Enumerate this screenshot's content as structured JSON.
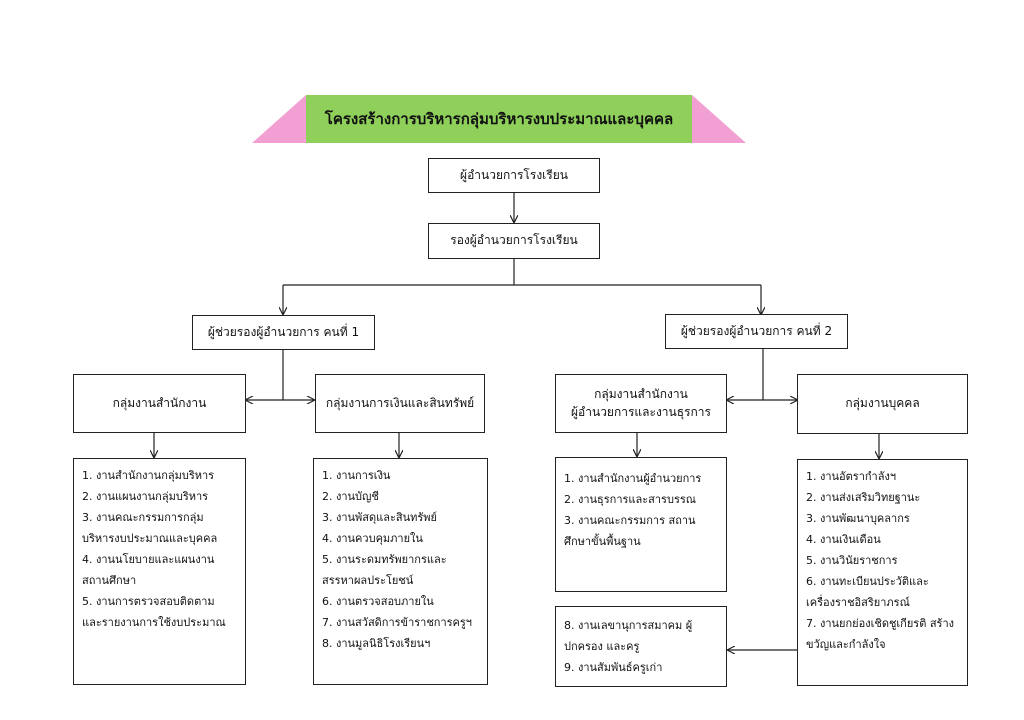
{
  "title": "โครงสร้างการบริหารกลุ่มบริหารงบประมาณและบุคคล",
  "colors": {
    "banner": "#8ed05a",
    "wing": "#f2a0d4",
    "line": "#222222"
  },
  "nodes": {
    "director": "ผู้อำนวยการโรงเรียน",
    "deputy": "รองผู้อำนวยการโรงเรียน",
    "assistant1": "ผู้ช่วยรองผู้อำนวยการ คนที่ 1",
    "assistant2": "ผู้ช่วยรองผู้อำนวยการ คนที่ 2",
    "office_group": "กลุ่มงานสำนักงาน",
    "finance_group": "กลุ่มงานการเงินและสินทรัพย์",
    "director_office_group": [
      "กลุ่มงานสำนักงาน",
      "ผู้อำนวยการและงานธุรการ"
    ],
    "personnel_group": "กลุ่มงานบุคคล"
  },
  "lists": {
    "office": [
      "1. งานสำนักงานกลุ่มบริหาร",
      "2. งานแผนงานกลุ่มบริหาร",
      "3. งานคณะกรรมการกลุ่ม บริหารงบประมาณและบุคคล",
      "4. งานนโยบายและแผนงาน สถานศึกษา",
      "5. งานการตรวจสอบติดตาม และรายงานการใช้งบประมาณ"
    ],
    "finance": [
      "1. งานการเงิน",
      "2. งานบัญชี",
      "3. งานพัสดุและสินทรัพย์",
      "4. งานควบคุมภายใน",
      "5. งานระดมทรัพยากรและ สรรหาผลประโยชน์",
      "6. งานตรวจสอบภายใน",
      "7. งานสวัสดิการข้าราชการครูฯ",
      "8. งานมูลนิธิโรงเรียนฯ"
    ],
    "director_office": [
      "1. งานสำนักงานผู้อำนวยการ",
      "2. งานธุรการและสารบรรณ",
      "3. งานคณะกรรมการ สถานศึกษาขั้นพื้นฐาน"
    ],
    "extra": [
      "8. งานเลขานุการสมาคม ผู้ปกครอง และครู",
      "9. งานสัมพันธ์ครูเก่า"
    ],
    "personnel": [
      "1. งานอัตรากำลังฯ",
      "2. งานส่งเสริมวิทยฐานะ",
      "3. งานพัฒนาบุคลากร",
      "4. งานเงินเดือน",
      "5. งานวินัยราชการ",
      "6. งานทะเบียนประวัติและ เครื่องราชอิสริยาภรณ์",
      "7. งานยกย่องเชิดชูเกียรติ สร้างขวัญและกำลังใจ"
    ]
  }
}
